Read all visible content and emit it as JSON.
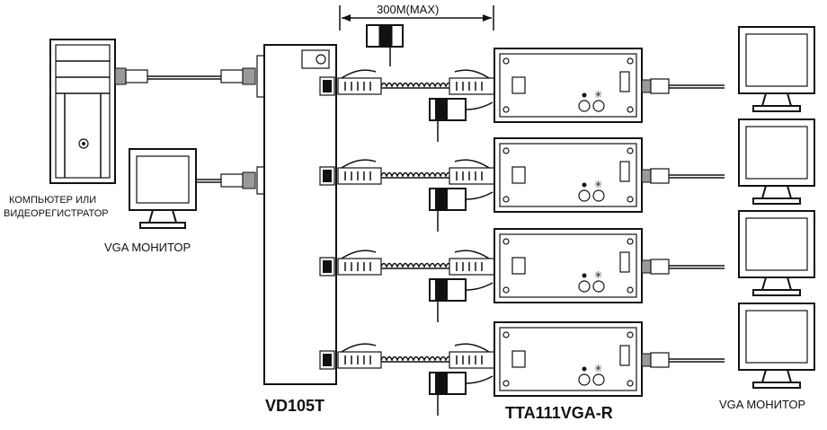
{
  "labels": {
    "distance": "300M(MAX)",
    "computer_line1": "КОМПЬЮТЕР ИЛИ",
    "computer_line2": "ВИДЕОРЕГИСТРАТОР",
    "vga_monitor_left": "VGA МОНИТОР",
    "transmitter": "VD105T",
    "receiver": "TTA111VGA-R",
    "vga_monitor_right": "VGA МОНИТОР"
  },
  "receivers": [
    {
      "id": "r1"
    },
    {
      "id": "r2"
    },
    {
      "id": "r3"
    },
    {
      "id": "r4"
    }
  ]
}
